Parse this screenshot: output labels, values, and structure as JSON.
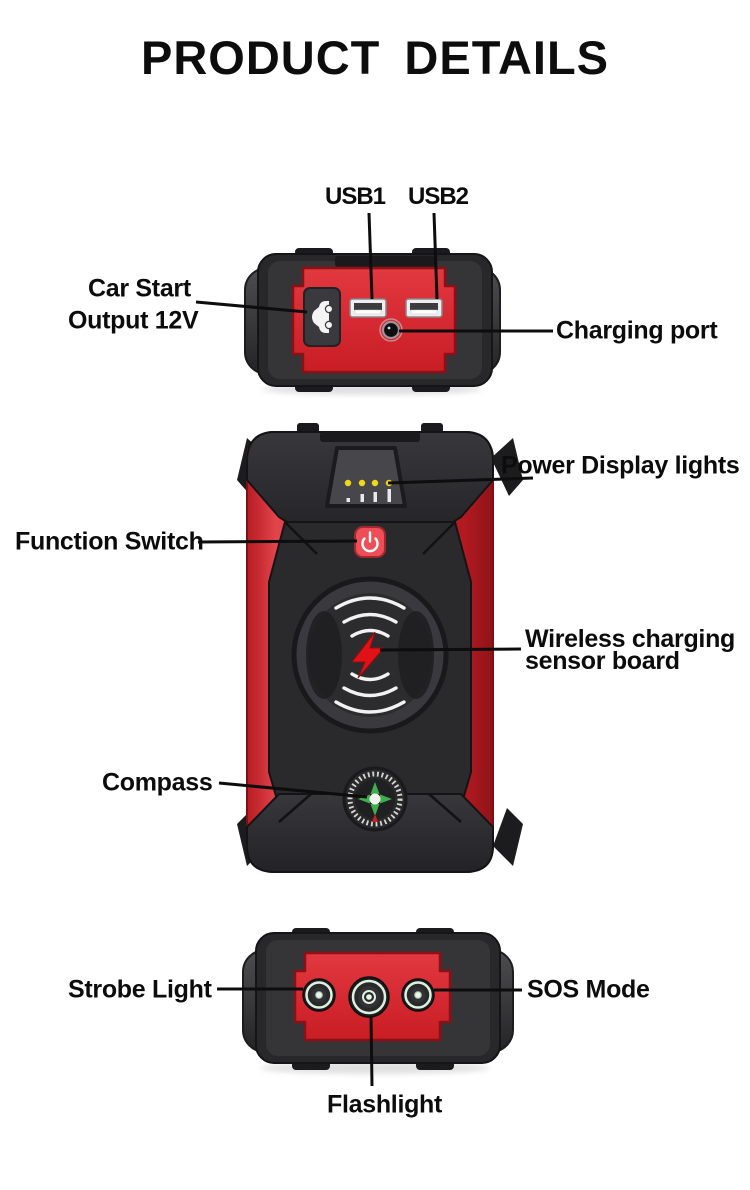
{
  "title": "PRODUCT DETAILS",
  "annotations": {
    "usb1": {
      "label": "USB1"
    },
    "usb2": {
      "label": "USB2"
    },
    "car_start": {
      "label_line1": "Car Start",
      "label_line2": "Output 12V"
    },
    "charging_port": {
      "label": "Charging port"
    },
    "power_display": {
      "label": "Power Display lights"
    },
    "function_switch": {
      "label": "Function Switch"
    },
    "wireless": {
      "label_line1": "Wireless charging",
      "label_line2": "sensor board"
    },
    "compass": {
      "label": "Compass"
    },
    "strobe": {
      "label": "Strobe Light"
    },
    "sos": {
      "label": "SOS Mode"
    },
    "flashlight": {
      "label": "Flashlight"
    }
  },
  "icons": {
    "power_button": "power-icon",
    "car_output": "car-icon",
    "wireless_center": "lightning-icon",
    "compass_dial": "compass-icon",
    "wireless_waves": "wireless-waves-icon"
  },
  "colors": {
    "body_red": "#d5232b",
    "body_red_dark": "#a6161c",
    "armor_black": "#29292c",
    "led_yellow": "#f0d817",
    "button_red": "#ee4f57",
    "bolt_red": "#e01216",
    "compass_green": "#3fae4d",
    "led_ring_pale": "#def0de",
    "label_color": "#0c0c0c"
  }
}
